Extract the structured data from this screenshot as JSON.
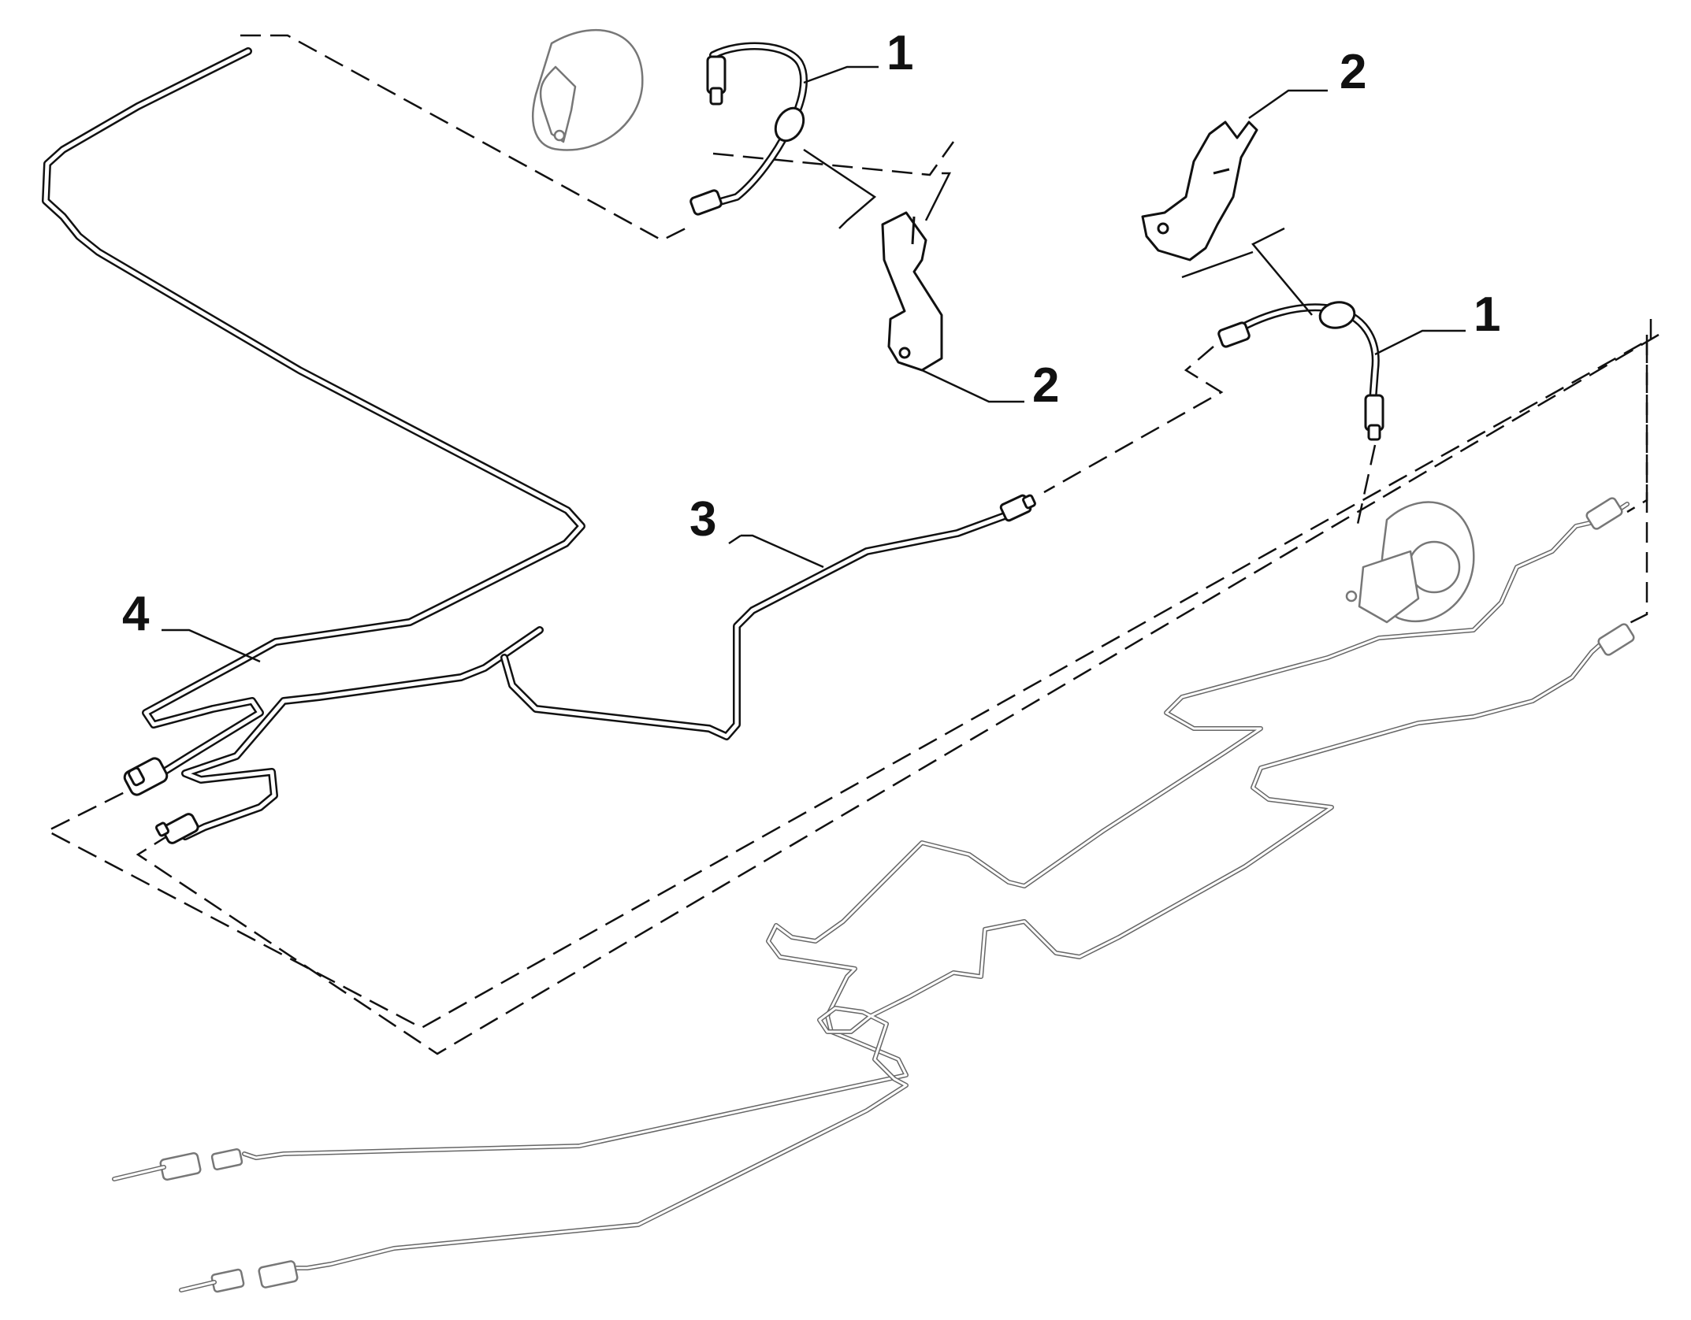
{
  "callouts": {
    "hose_left": "1",
    "bracket_left": "2",
    "bracket_right": "2",
    "hose_right": "1",
    "pipe_3": "3",
    "pipe_4": "4"
  }
}
